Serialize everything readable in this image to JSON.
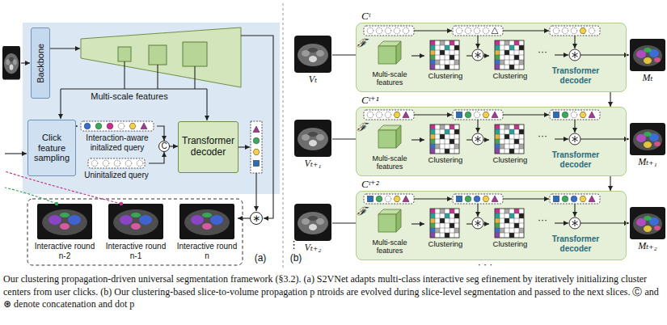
{
  "diagram": {
    "caption": "Our clustering propagation-driven universal segmentation framework (§3.2). (a) S2VNet adapts multi-class interactive seg efinement by iteratively initializing cluster centers from user clicks. (b) Our clustering-based slice-to-volume propagation p ntroids are evolved during slice-level segmentation and passed to the next slices. Ⓒ and ⊛ denote concatenation and dot p",
    "nodes": [
      {
        "text": [
          "Backbone"
        ]
      },
      {
        "text": [
          "Click feature sampling"
        ]
      },
      {
        "text": [
          "Interaction-aware initalized query"
        ]
      },
      {
        "text": [
          "Uninitalized query"
        ]
      },
      {
        "text": [
          "C"
        ]
      },
      {
        "text": [
          "Transformer decoder"
        ]
      },
      {
        "text": [
          "∗"
        ]
      },
      {
        "text": [
          "Interactive round n-2"
        ]
      },
      {
        "text": [
          "Interactive round n-1"
        ]
      },
      {
        "text": [
          "Interactive round n"
        ]
      },
      {
        "text": [
          "Cᵗ"
        ]
      },
      {
        "text": [
          "Multi-scale features"
        ],
        "in": 10
      },
      {
        "text": [
          "Clustering"
        ],
        "in": 10
      },
      {
        "text": [
          "Clustering"
        ],
        "in": 10
      },
      {
        "text": [
          "Cᵗ⁺¹"
        ]
      },
      {
        "text": [
          "Multi-scale features"
        ],
        "in": 14
      },
      {
        "text": [
          "Clustering"
        ],
        "in": 14
      },
      {
        "text": [
          "Clustering"
        ],
        "in": 14
      },
      {
        "text": [
          "Cᵗ⁺²"
        ]
      },
      {
        "text": [
          "Multi-scale features"
        ],
        "in": 18
      },
      {
        "text": [
          "Clustering"
        ],
        "in": 18
      },
      {
        "text": [
          "Clustering"
        ],
        "in": 18
      }
    ],
    "edges": [
      {
        "from": 1,
        "to": 2,
        "arrow": "to"
      },
      {
        "from": 2,
        "to": 4,
        "arrow": "to"
      },
      {
        "from": 3,
        "to": 4,
        "arrow": "to"
      },
      {
        "from": 4,
        "to": 5,
        "arrow": "to"
      },
      {
        "from": 6,
        "to": 9,
        "arrow": "to"
      },
      {
        "from": 11,
        "to": 12,
        "arrow": "to"
      },
      {
        "from": 12,
        "to": 13,
        "arrow": "to"
      },
      {
        "from": 15,
        "to": 16,
        "arrow": "to"
      },
      {
        "from": 16,
        "to": 17,
        "arrow": "to"
      },
      {
        "from": 19,
        "to": 20,
        "arrow": "to"
      },
      {
        "from": 20,
        "to": 21,
        "arrow": "to"
      },
      {
        "from": 10,
        "to": 14,
        "arrow": "to"
      },
      {
        "from": 14,
        "to": 18,
        "arrow": "to"
      }
    ],
    "labels": [
      "Multi-scale features",
      "ℱ",
      "ℱ",
      "ℱ",
      "Vₜ",
      "Vₜ₊₁",
      "⋮",
      "Vₜ₊₂",
      "Transformer decoder",
      "···",
      "Mₜ",
      "Transformer decoder",
      "···",
      "Mₜ₊₁",
      "Transformer decoder",
      "···",
      "Mₜ₊₂",
      "· · ·",
      "(a)",
      "(b)"
    ]
  }
}
